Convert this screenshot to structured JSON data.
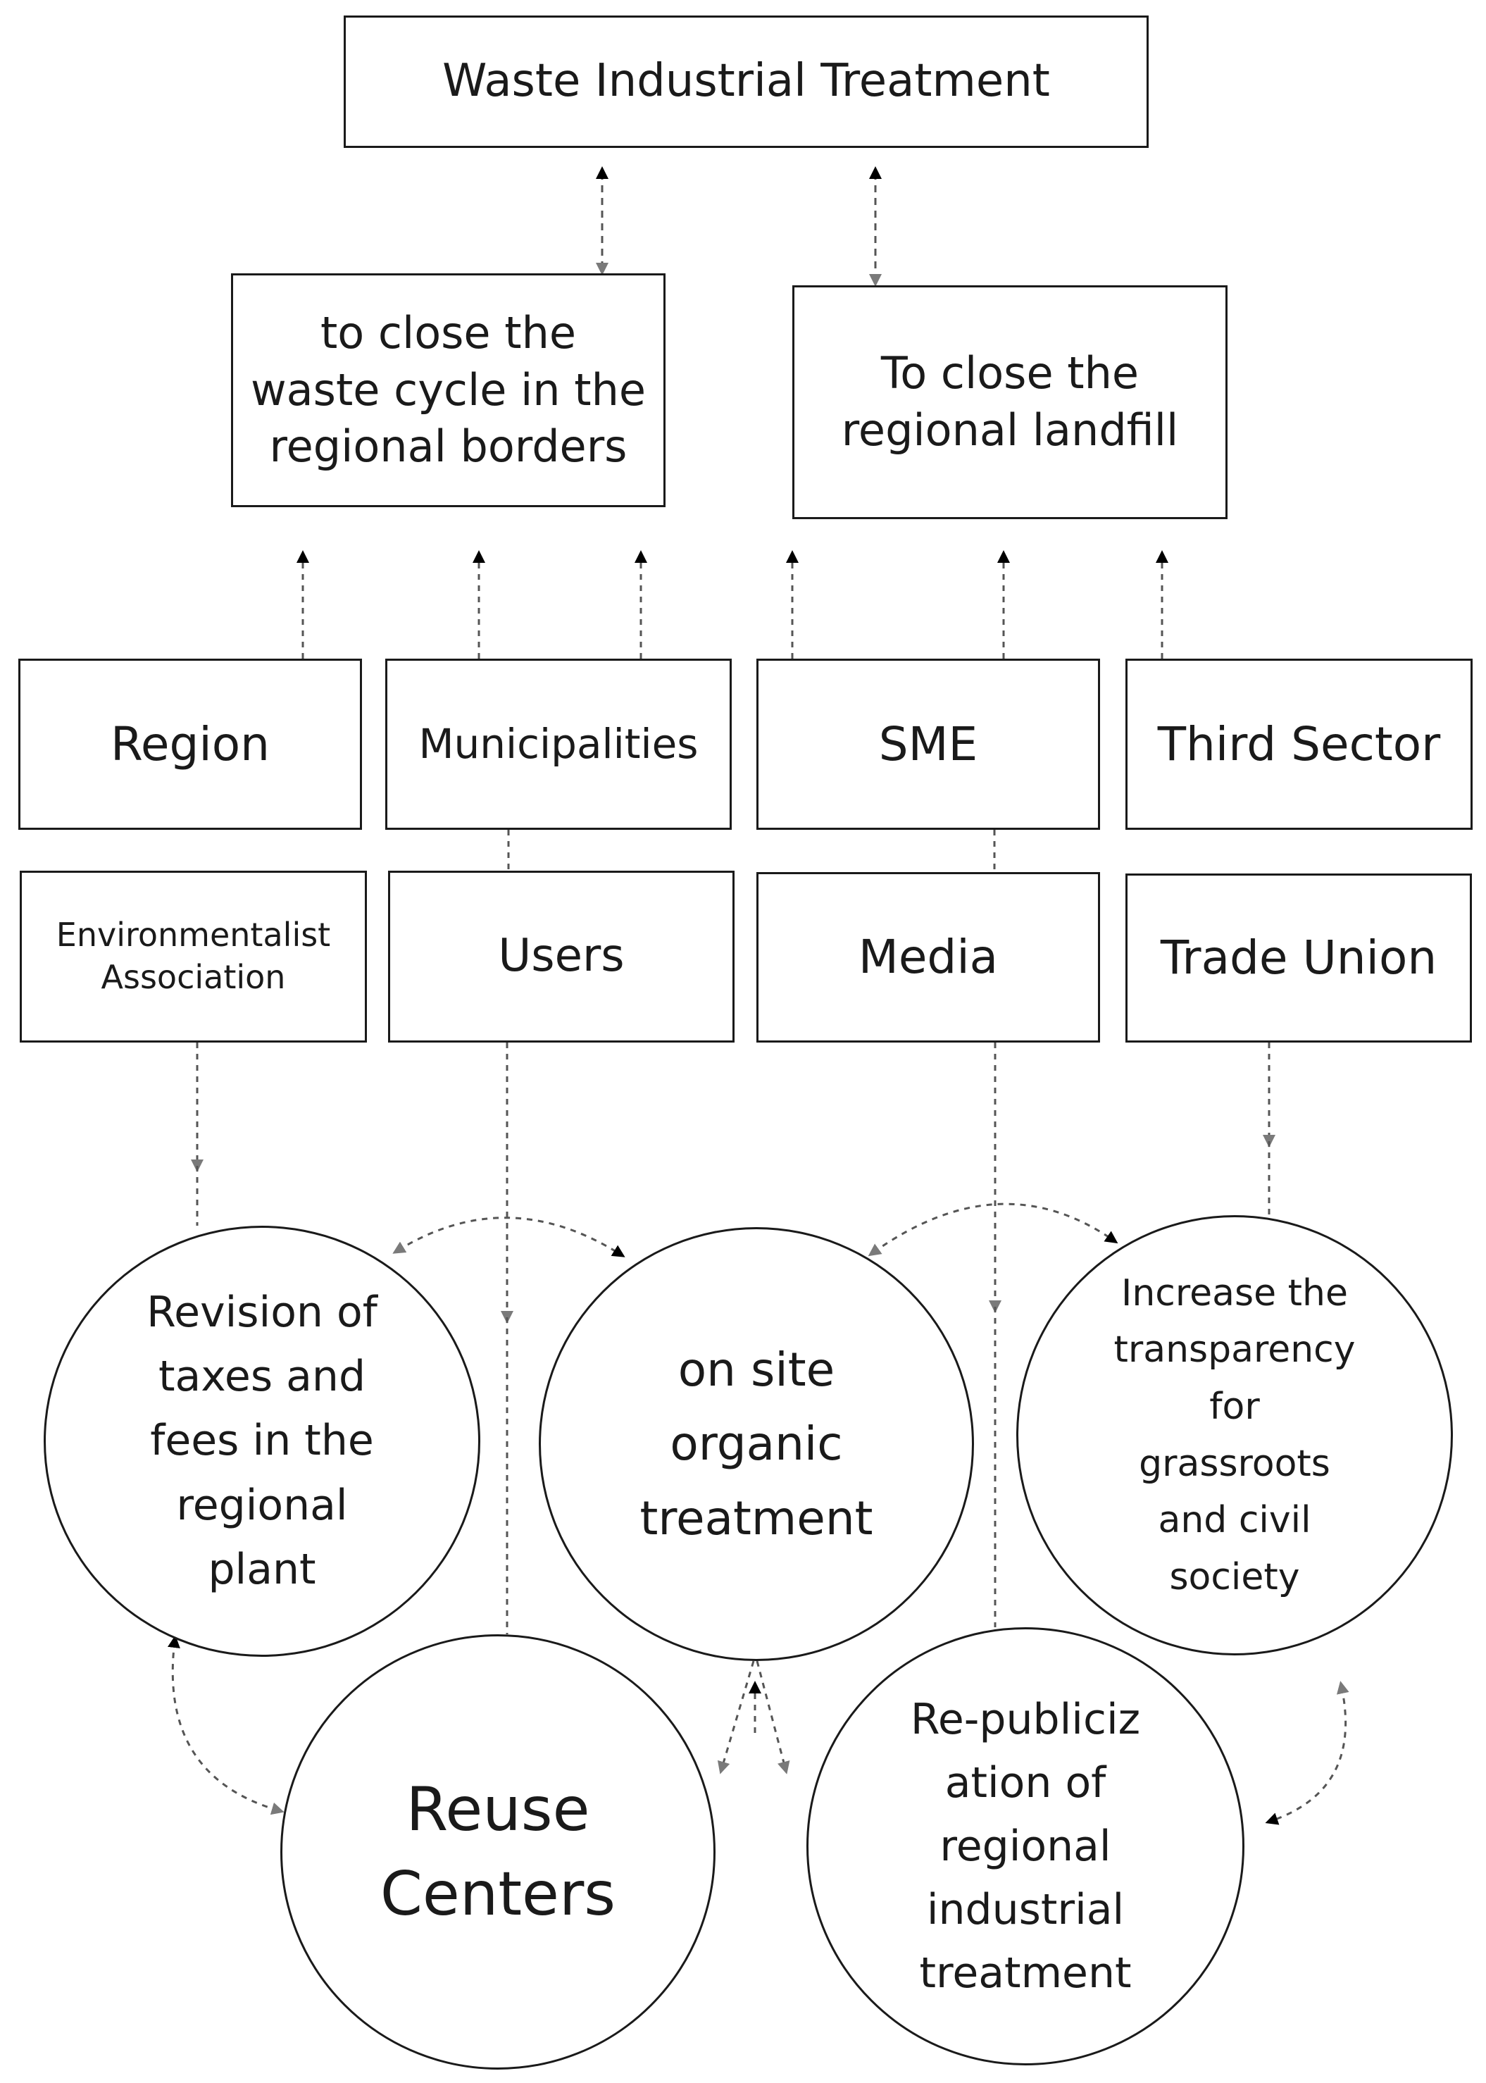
{
  "top": {
    "title": "Waste Industrial Treatment"
  },
  "goals": {
    "left": "to close the\nwaste cycle in the\nregional borders",
    "right": "To close the\nregional  landfill"
  },
  "actors_row1": {
    "region": "Region",
    "municipalities": "Municipalities",
    "sme": "SME",
    "third_sector": "Third Sector"
  },
  "actors_row2": {
    "environmentalist": "Environmentalist\nAssociation",
    "users": "Users",
    "media": "Media",
    "trade_union": "Trade Union"
  },
  "actions": {
    "revision": "Revision of\ntaxes and\nfees in the\nregional\nplant",
    "organic": "on site\norganic\ntreatment",
    "transparency": "Increase the\ntransparency\nfor\ngrassroots\nand civil\nsociety",
    "reuse": "Reuse\nCenters",
    "republicization": "Re-publiciz\nation of\nregional\nindustrial\ntreatment"
  },
  "colors": {
    "line": "#1a1a1a",
    "arrow_dark": "#000000",
    "arrow_grey": "#7a7a7a",
    "connector": "#555555"
  }
}
